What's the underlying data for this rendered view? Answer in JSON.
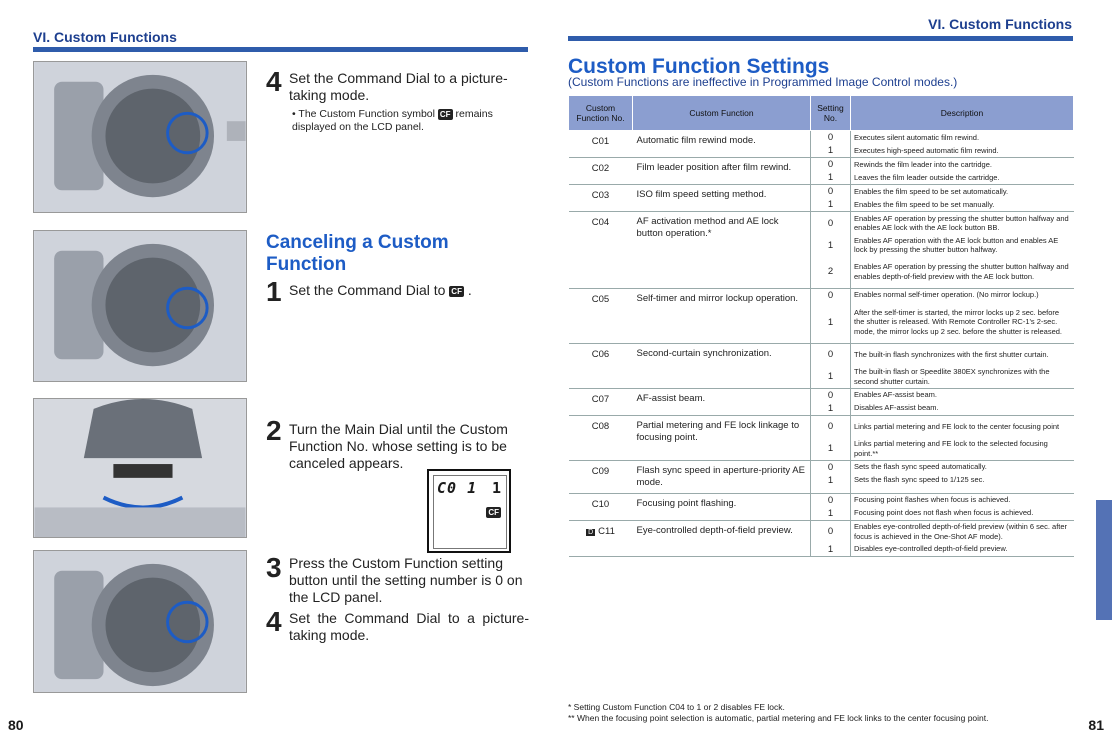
{
  "left_page": {
    "section_header": "VI. Custom Functions",
    "page_number": "80",
    "steps_top": [
      {
        "num": "4",
        "text": "Set the Command Dial to a picture-taking mode.",
        "bullet_prefix": "The Custom Function symbol",
        "bullet_icon": "CF",
        "bullet_suffix": "remains displayed on the LCD panel."
      }
    ],
    "cancel_heading": "Canceling a Custom Function",
    "steps_cancel": [
      {
        "num": "1",
        "text": "Set the Command Dial to",
        "icon": "CF"
      },
      {
        "num": "2",
        "text": "Turn the Main Dial until the Custom Function No. whose setting is to be canceled appears."
      },
      {
        "num": "3",
        "text": "Press the Custom Function setting button until the setting number is 0 on the LCD panel."
      },
      {
        "num": "4",
        "text": "Set the Command Dial to a picture-taking mode."
      }
    ],
    "lcd": {
      "code": "C0 1",
      "value": "1",
      "icon": "CF"
    }
  },
  "right_page": {
    "section_header": "VI. Custom Functions",
    "page_number": "81",
    "title": "Custom Function Settings",
    "subtitle": "(Custom Functions are ineffective in Programmed Image Control modes.)",
    "table_headers": {
      "fn_no": "Custom Function No.",
      "function": "Custom Function",
      "setting": "Setting No.",
      "description": "Description"
    },
    "rows": [
      {
        "fn": "C01",
        "name": "Automatic film rewind mode.",
        "options": [
          {
            "no": "0",
            "desc": "Executes silent automatic film rewind."
          },
          {
            "no": "1",
            "desc": "Executes high-speed automatic film rewind."
          }
        ]
      },
      {
        "fn": "C02",
        "name": "Film leader position after film rewind.",
        "options": [
          {
            "no": "0",
            "desc": "Rewinds the film leader into the cartridge."
          },
          {
            "no": "1",
            "desc": "Leaves the film leader outside the cartridge."
          }
        ]
      },
      {
        "fn": "C03",
        "name": "ISO film speed setting method.",
        "options": [
          {
            "no": "0",
            "desc": "Enables the film speed to be set automatically."
          },
          {
            "no": "1",
            "desc": "Enables the film speed to be set manually."
          }
        ]
      },
      {
        "fn": "C04",
        "name": "AF activation method and AE lock button operation.*",
        "options": [
          {
            "no": "0",
            "desc": "Enables AF operation by pressing the shutter button halfway and enables AE lock with the AE lock button BB."
          },
          {
            "no": "1",
            "desc": "Enables AF operation with the AE lock button and enables AE lock by pressing the shutter button halfway."
          },
          {
            "no": "2",
            "desc": "Enables AF operation by pressing the shutter button halfway and enables depth-of-field preview with the AE lock button."
          }
        ]
      },
      {
        "fn": "C05",
        "name": "Self-timer and mirror lockup operation.",
        "options": [
          {
            "no": "0",
            "desc": "Enables normal self-timer operation. (No mirror lockup.)"
          },
          {
            "no": "1",
            "desc": "After the self-timer is started, the mirror locks up 2 sec. before the shutter is released. With Remote Controller RC-1's 2-sec. mode, the mirror locks up 2 sec. before the shutter is released."
          }
        ]
      },
      {
        "fn": "C06",
        "name": "Second-curtain synchronization.",
        "options": [
          {
            "no": "0",
            "desc": "The built-in flash synchronizes with the first shutter curtain."
          },
          {
            "no": "1",
            "desc": "The built-in flash or Speedlite 380EX synchronizes with the second shutter curtain."
          }
        ]
      },
      {
        "fn": "C07",
        "name": "AF-assist beam.",
        "options": [
          {
            "no": "0",
            "desc": "Enables AF-assist beam."
          },
          {
            "no": "1",
            "desc": "Disables AF-assist beam."
          }
        ]
      },
      {
        "fn": "C08",
        "name": "Partial metering and FE lock linkage to focusing point.",
        "options": [
          {
            "no": "0",
            "desc": "Links partial metering and FE lock to the center focusing point"
          },
          {
            "no": "1",
            "desc": "Links partial metering and FE lock to the selected focusing point.**"
          }
        ]
      },
      {
        "fn": "C09",
        "name": "Flash sync speed in aperture-priority AE mode.",
        "options": [
          {
            "no": "0",
            "desc": "Sets the flash sync speed automatically."
          },
          {
            "no": "1",
            "desc": "Sets the flash sync speed to 1/125 sec."
          }
        ]
      },
      {
        "fn": "C10",
        "name": "Focusing point flashing.",
        "options": [
          {
            "no": "0",
            "desc": "Focusing point flashes when focus is achieved."
          },
          {
            "no": "1",
            "desc": "Focusing point does not flash when focus is achieved."
          }
        ]
      },
      {
        "fn": "C11",
        "flag": "D",
        "name": "Eye-controlled depth-of-field preview.",
        "options": [
          {
            "no": "0",
            "desc": "Enables eye-controlled depth-of-field preview (within 6 sec. after focus is achieved in the One-Shot AF mode)."
          },
          {
            "no": "1",
            "desc": "Disables eye-controlled depth-of-field preview."
          }
        ]
      }
    ],
    "footnotes": [
      "* Setting Custom Function C04 to 1 or 2 disables FE lock.",
      "** When the focusing point selection is automatic, partial metering and FE lock links to the center focusing point."
    ]
  }
}
